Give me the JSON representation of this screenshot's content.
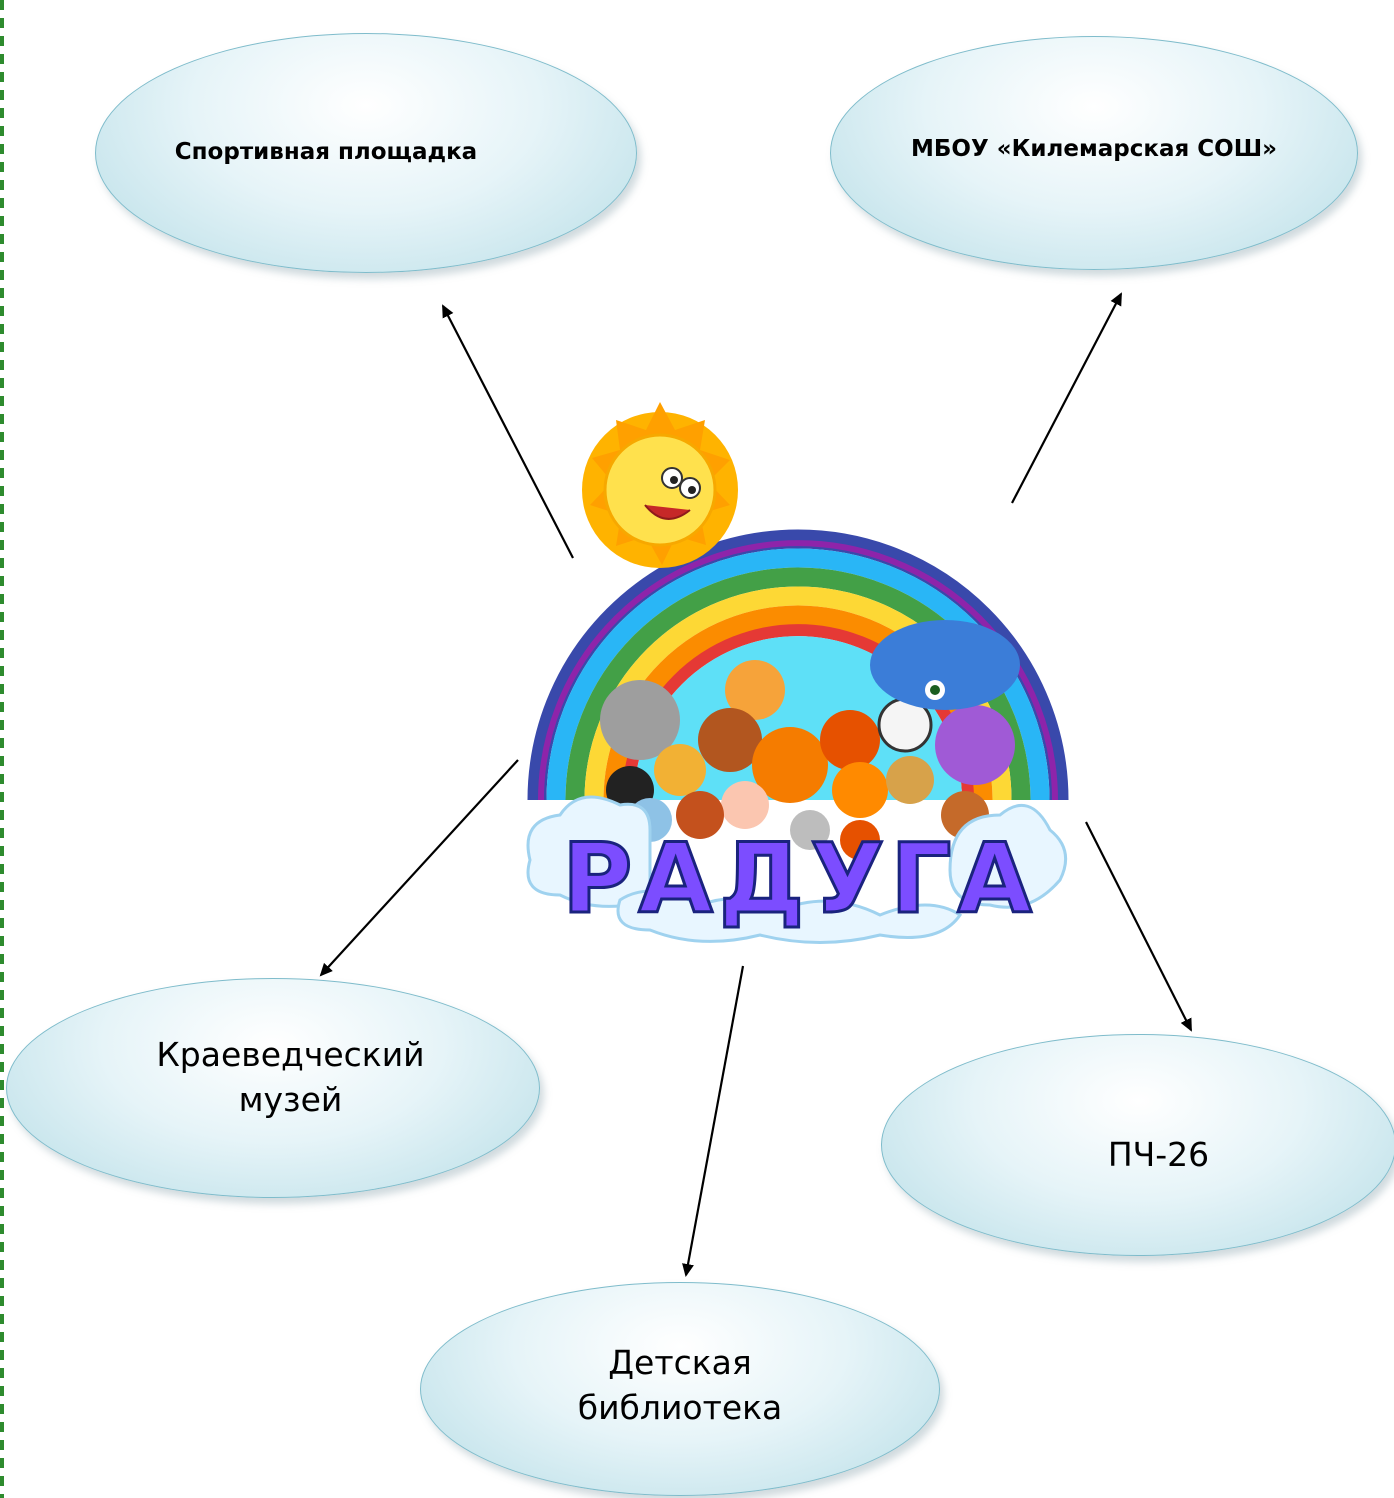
{
  "center": {
    "title": "РАДУГА"
  },
  "nodes": {
    "sports": "Спортивная площадка",
    "school": "МБОУ «Килемарская СОШ»",
    "museum_l1": "Краеведческий",
    "museum_l2": "музей",
    "fire": "ПЧ-26",
    "library_l1": "Детская",
    "library_l2": "библиотека"
  },
  "colors": {
    "ellipse_fill": "#d8eef4",
    "ellipse_border": "#7fbccb",
    "rainbow": [
      "#e53935",
      "#fb8c00",
      "#fdd835",
      "#43a047",
      "#29b6f6",
      "#3949ab",
      "#8e24aa"
    ],
    "sky": "#5ee0f7",
    "sun": "#ffd52a"
  }
}
